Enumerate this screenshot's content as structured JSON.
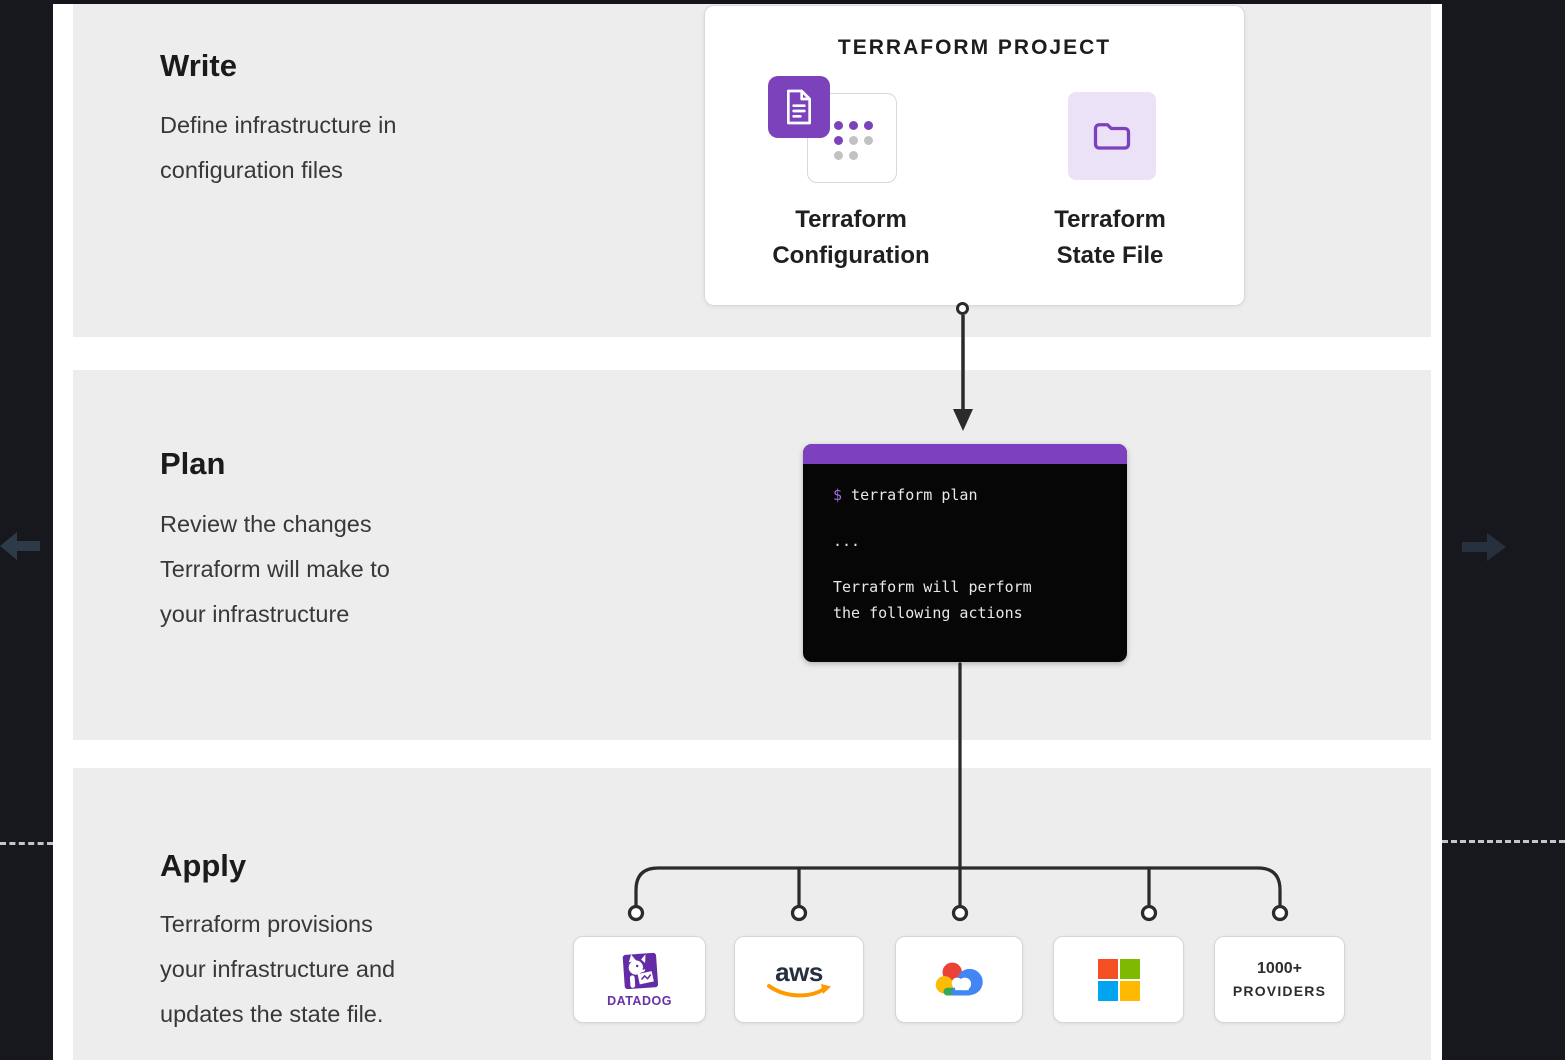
{
  "sections": {
    "write": {
      "title": "Write",
      "desc": [
        "Define infrastructure in",
        "configuration files"
      ]
    },
    "plan": {
      "title": "Plan",
      "desc": [
        "Review the changes",
        "Terraform will make to",
        "your infrastructure"
      ]
    },
    "apply": {
      "title": "Apply",
      "desc": [
        "Terraform provisions",
        "your infrastructure and",
        "updates the state file."
      ]
    }
  },
  "project_card": {
    "title": "TERRAFORM PROJECT",
    "configuration": {
      "label_lines": [
        "Terraform",
        "Configuration"
      ],
      "dots_pattern": [
        [
          "purple",
          "purple",
          "purple"
        ],
        [
          "purple",
          "gray",
          "gray"
        ],
        [
          "gray",
          "gray",
          "empty"
        ]
      ]
    },
    "state_file": {
      "label_lines": [
        "Terraform",
        "State File"
      ]
    }
  },
  "terminal": {
    "prompt": "$",
    "command": " terraform plan",
    "ellipsis": "...",
    "output": [
      "Terraform will perform",
      "the following actions"
    ]
  },
  "providers": {
    "datadog": {
      "wordmark": "DATADOG"
    },
    "aws": {
      "wordmark": "aws"
    },
    "google_cloud": {
      "icon": "google-cloud-logo"
    },
    "microsoft": {
      "icon": "microsoft-logo",
      "square_colors": [
        "#f25022",
        "#7fba00",
        "#00a4ef",
        "#ffb900"
      ]
    },
    "more": {
      "label_lines": [
        "1000+",
        "PROVIDERS"
      ]
    }
  },
  "icons": {
    "document": "document-icon",
    "dots_grid": "dots-grid-icon",
    "folder": "folder-icon",
    "prev": "left-arrow-icon",
    "next": "right-arrow-icon"
  },
  "colors": {
    "brand_purple": "#7b42bc",
    "lavender": "#ebe2f8",
    "band_gray": "#ededee",
    "side_panel": "#17171e",
    "terminal_bg": "#060606",
    "terminal_header": "#7d40be",
    "terminal_text": "#e8e8e8",
    "prompt_purple": "#a06ddc",
    "connector": "#2b2b2b",
    "datadog_purple": "#632ca6",
    "aws_dark": "#252f3e",
    "aws_orange": "#ff9900",
    "nav_arrow": "#2d3a47"
  }
}
